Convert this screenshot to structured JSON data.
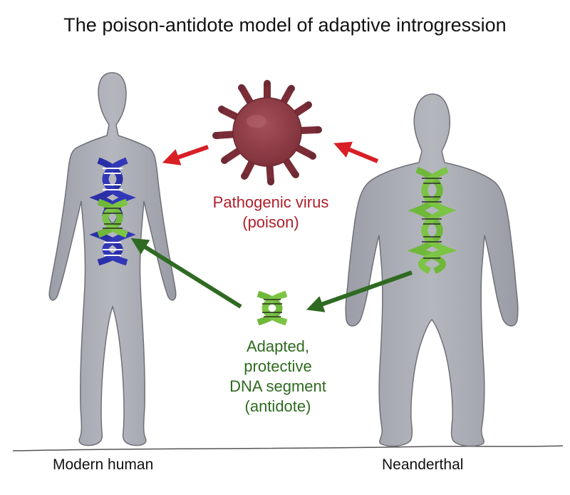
{
  "title": "The poison-antidote model of adaptive introgression",
  "virus": {
    "line1": "Pathogenic virus",
    "line2": "(poison)"
  },
  "dna_segment": {
    "line1": "Adapted,",
    "line2": "protective",
    "line3": "DNA segment",
    "line4": "(antidote)"
  },
  "figures": {
    "left_label": "Modern human",
    "right_label": "Neanderthal"
  },
  "colors": {
    "body_gray": "#a9abb3",
    "body_outline": "#6f7178",
    "virus": "#8e3a44",
    "virus_dark": "#6e2a33",
    "virus_label": "#b01e2a",
    "red_arrow": "#d81f26",
    "green_arrow": "#2f6a22",
    "dna_label": "#2e6b1e",
    "dna_green": "#7cc443",
    "dna_blue": "#3338b8",
    "dna_blue_fill": "#4a4fd6"
  }
}
